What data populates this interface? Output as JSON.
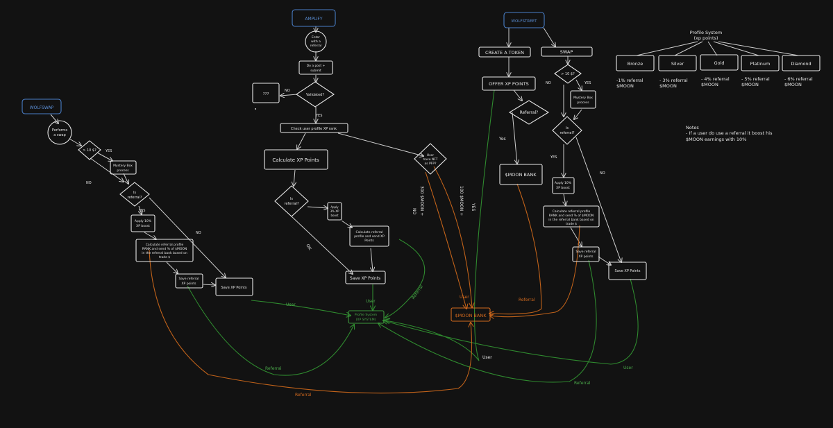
{
  "colors": {
    "background": "#121212",
    "node_stroke": "#e8e8e8",
    "start_node": "#4a7fc8",
    "user_flow": "#2f8a2f",
    "referral_flow": "#c0621a"
  },
  "nodes": {
    "wolfswap": "WOLFSWAP",
    "wolf_performs_swap": [
      "Performs",
      "a swap"
    ],
    "wolf_gt10": "> 10 $?",
    "wolf_mystery": [
      "Mystery Box",
      "process"
    ],
    "wolf_is_referral": [
      "Is",
      "referral?"
    ],
    "wolf_apply_boost": [
      "Apply 10%",
      "XP boost"
    ],
    "wolf_calc_referral": [
      "Calculate referral profile",
      "RANK and send % of $MOON",
      "in the referral bank based on",
      "trade  $"
    ],
    "wolf_save_referral_xp": [
      "Save referral",
      "XP points"
    ],
    "wolf_save_xp": "Save XP Points",
    "amplify": "AMPLIFY",
    "amp_enter": [
      "Enter",
      "with a",
      "referral"
    ],
    "amp_post": [
      "Do a post +",
      "submit"
    ],
    "amp_validated": "Validated?",
    "amp_unknown": "???",
    "amp_check": "Check user profile XP rank",
    "amp_calc_xp": "Calculate XP Points",
    "amp_is_referral": [
      "Is",
      "referral?"
    ],
    "amp_apply_boost": [
      "Apply",
      "3% XP",
      "boost"
    ],
    "amp_calc_referral": [
      "Calculate referral",
      "profile and send XP",
      "Points"
    ],
    "amp_save_xp": "Save XP Points",
    "amp_user_nft": [
      "User",
      "have NFT",
      "as PFP?"
    ],
    "profile_system_center": [
      "Profile System",
      "(XP SYSTEM)"
    ],
    "moon_bank_center": "$MOON BANK",
    "wolfstreet": "WOLFSTREET",
    "ws_create_token": "CREATE A TOKEN",
    "ws_offer_xp": "OFFER XP POINTS",
    "ws_referral": "Referral?",
    "ws_moon_bank": "$MOON BANK",
    "ws_swap": "SWAP",
    "ws_gt10": "> 10 $?",
    "ws_mystery": [
      "Mystery Box",
      "process"
    ],
    "ws_is_referral": [
      "Is",
      "referral?"
    ],
    "ws_apply_boost": [
      "Apply 10%",
      "XP boost"
    ],
    "ws_calc_referral": [
      "Calculate referral profile",
      "RANK and send % of $MOON",
      "in the referral bank based on",
      "trade  $"
    ],
    "ws_save_referral_xp": [
      "Save referral",
      "XP points"
    ],
    "ws_save_xp": "Save XP Points"
  },
  "edge_labels": {
    "yes": "YES",
    "no": "NO",
    "yes_lower": "Yes",
    "ok": "OK",
    "user": "User",
    "referral": "Referral",
    "moon_300": "300 $MOON +",
    "moon_100": "100 $MOON +"
  },
  "profile_tiers": {
    "title": [
      "Profile System",
      "(xp points)"
    ],
    "tiers": [
      {
        "name": "Bronze",
        "desc": [
          "-1% referral",
          "$MOON"
        ]
      },
      {
        "name": "Silver",
        "desc": [
          "- 3% referral",
          "$MOON"
        ]
      },
      {
        "name": "Gold",
        "desc": [
          "- 4% referral",
          "$MOON"
        ]
      },
      {
        "name": "Platinum",
        "desc": [
          "- 5% referral",
          "$MOON"
        ]
      },
      {
        "name": "Diamond",
        "desc": [
          "- 6% referral",
          "$MOON"
        ]
      }
    ]
  },
  "notes": [
    "Notes",
    "- If a user do use a referral it boost his",
    "$MOON earnings with 10%"
  ]
}
